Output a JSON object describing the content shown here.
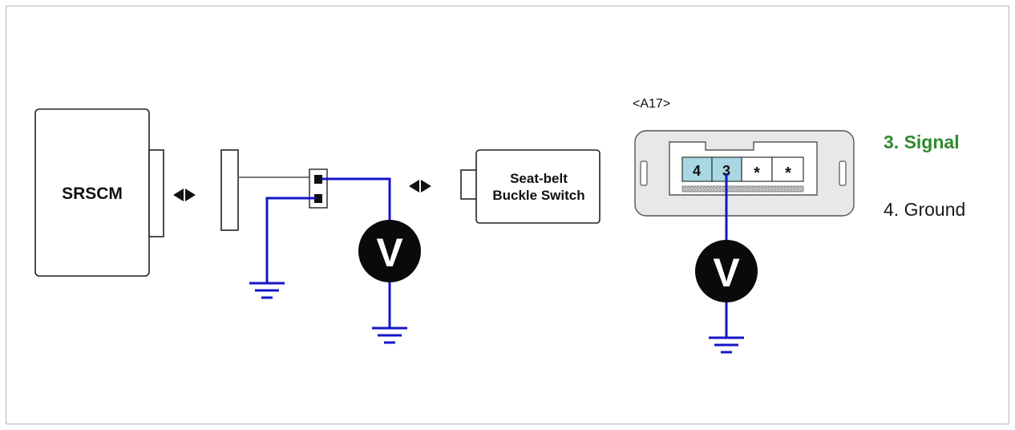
{
  "components": {
    "srscm": "SRSCM",
    "buckle_switch_line1": "Seat-belt",
    "buckle_switch_line2": "Buckle Switch"
  },
  "meter_symbol": "V",
  "connector": {
    "id": "<A17>",
    "pins": [
      "4",
      "3",
      "*",
      "*"
    ]
  },
  "legend": {
    "signal": "3. Signal",
    "ground": "4. Ground",
    "signal_color": "#2e8b2e"
  },
  "colors": {
    "wire": "#1515c8",
    "pin_fill": "#a9d8e2",
    "connector_body": "#e8e8e8"
  },
  "icons": [
    "bidirectional-arrow-icon",
    "ground-icon",
    "voltmeter-icon"
  ]
}
